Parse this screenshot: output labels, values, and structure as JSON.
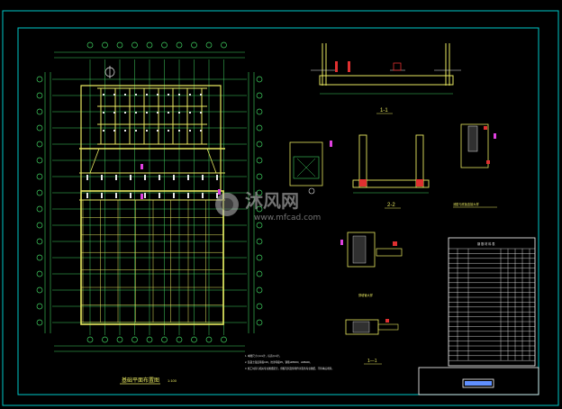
{
  "drawing": {
    "plan_title": "基础平面布置图",
    "plan_scale": "1:100",
    "section_1_1_label": "1-1",
    "section_2_2_label": "2-2",
    "section_1_1_lower_label": "1—1",
    "detail_label_right": "池壁与底板连接大样",
    "detail_label_small": "穿墙管大样",
    "watermark_cn": "沐风网",
    "watermark_url": "www.mfcad.com",
    "table_title": "钢 筋 材 料 表",
    "notes": [
      "1. 本图尺寸以mm计，标高以m计。",
      "2. 混凝土强度等级C30，抗渗等级P6，钢筋HPB300、HRB400。",
      "3. 施工时应与相关专业图纸配合，预留孔洞及预埋件详见各专业图纸，不得事后凿洞。"
    ]
  },
  "colors": {
    "frame": "#00c8c8",
    "structure": "#e8e860",
    "dimension": "#40d060",
    "magenta": "#e040e0",
    "red": "#e03030",
    "white": "#e8e8e8",
    "table_line": "#ffffff"
  }
}
